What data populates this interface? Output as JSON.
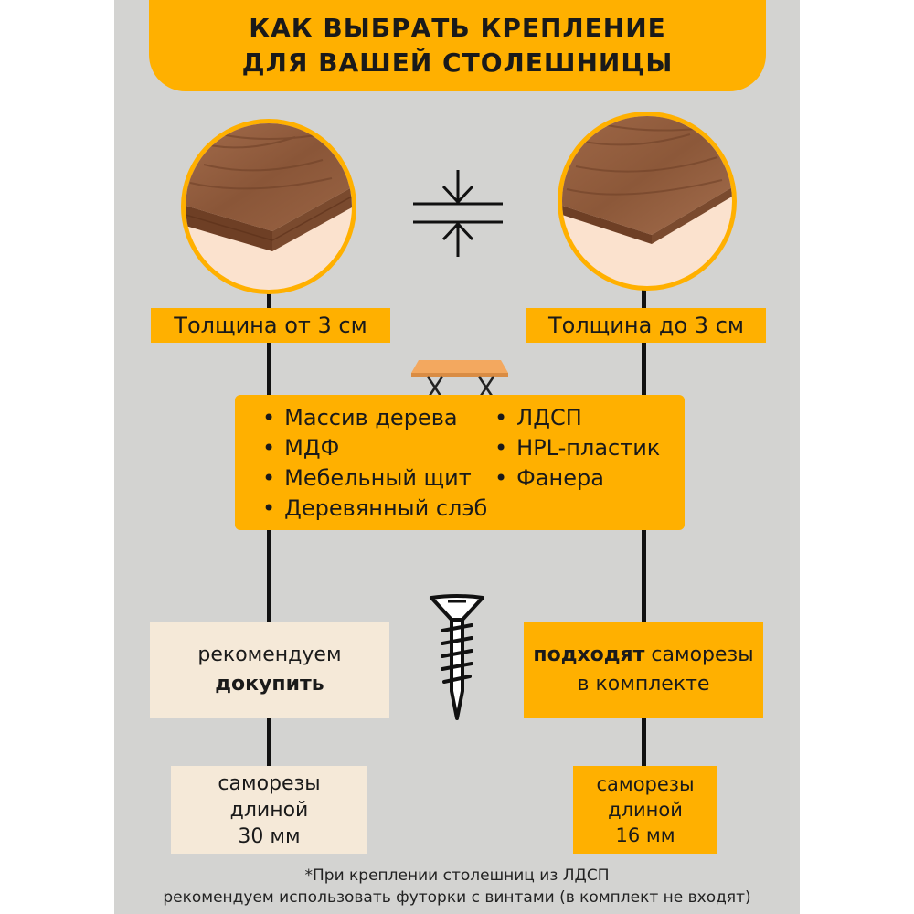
{
  "colors": {
    "accent": "#ffb000",
    "panel": "#d3d3d1",
    "cream": "#f5e9d8",
    "wood": "#8b5a3c"
  },
  "header": {
    "title_line1": "КАК ВЫБРАТЬ КРЕПЛЕНИЕ",
    "title_line2": "ДЛЯ ВАШЕЙ СТОЛЕШНИЦЫ"
  },
  "left": {
    "thickness": "Толщина от 3 см",
    "rec_line1": "рекомендуем",
    "rec_line2_bold": "докупить",
    "len_line1": "саморезы",
    "len_line2": "длиной",
    "len_line3": "30 мм"
  },
  "right": {
    "thickness": "Толщина до 3 см",
    "rec_line1_bold": "подходят",
    "rec_line1_rest": " саморезы",
    "rec_line2": "в комплекте",
    "len_line1": "саморезы",
    "len_line2": "длиной",
    "len_line3": "16 мм"
  },
  "materials": {
    "left": [
      "Массив дерева",
      "МДФ",
      "Мебельный щит",
      "Деревянный слэб"
    ],
    "right": [
      "ЛДСП",
      "HPL-пластик",
      "Фанера"
    ],
    "bullet": "•"
  },
  "icons": [
    "thickness-compare-icon",
    "table-icon",
    "screw-icon",
    "wood-sample-thick",
    "wood-sample-thin"
  ],
  "footnote": {
    "line1": "*При креплении столешниц из ЛДСП",
    "line2": "рекомендуем использовать футорки с винтами (в комплект не входят)"
  }
}
